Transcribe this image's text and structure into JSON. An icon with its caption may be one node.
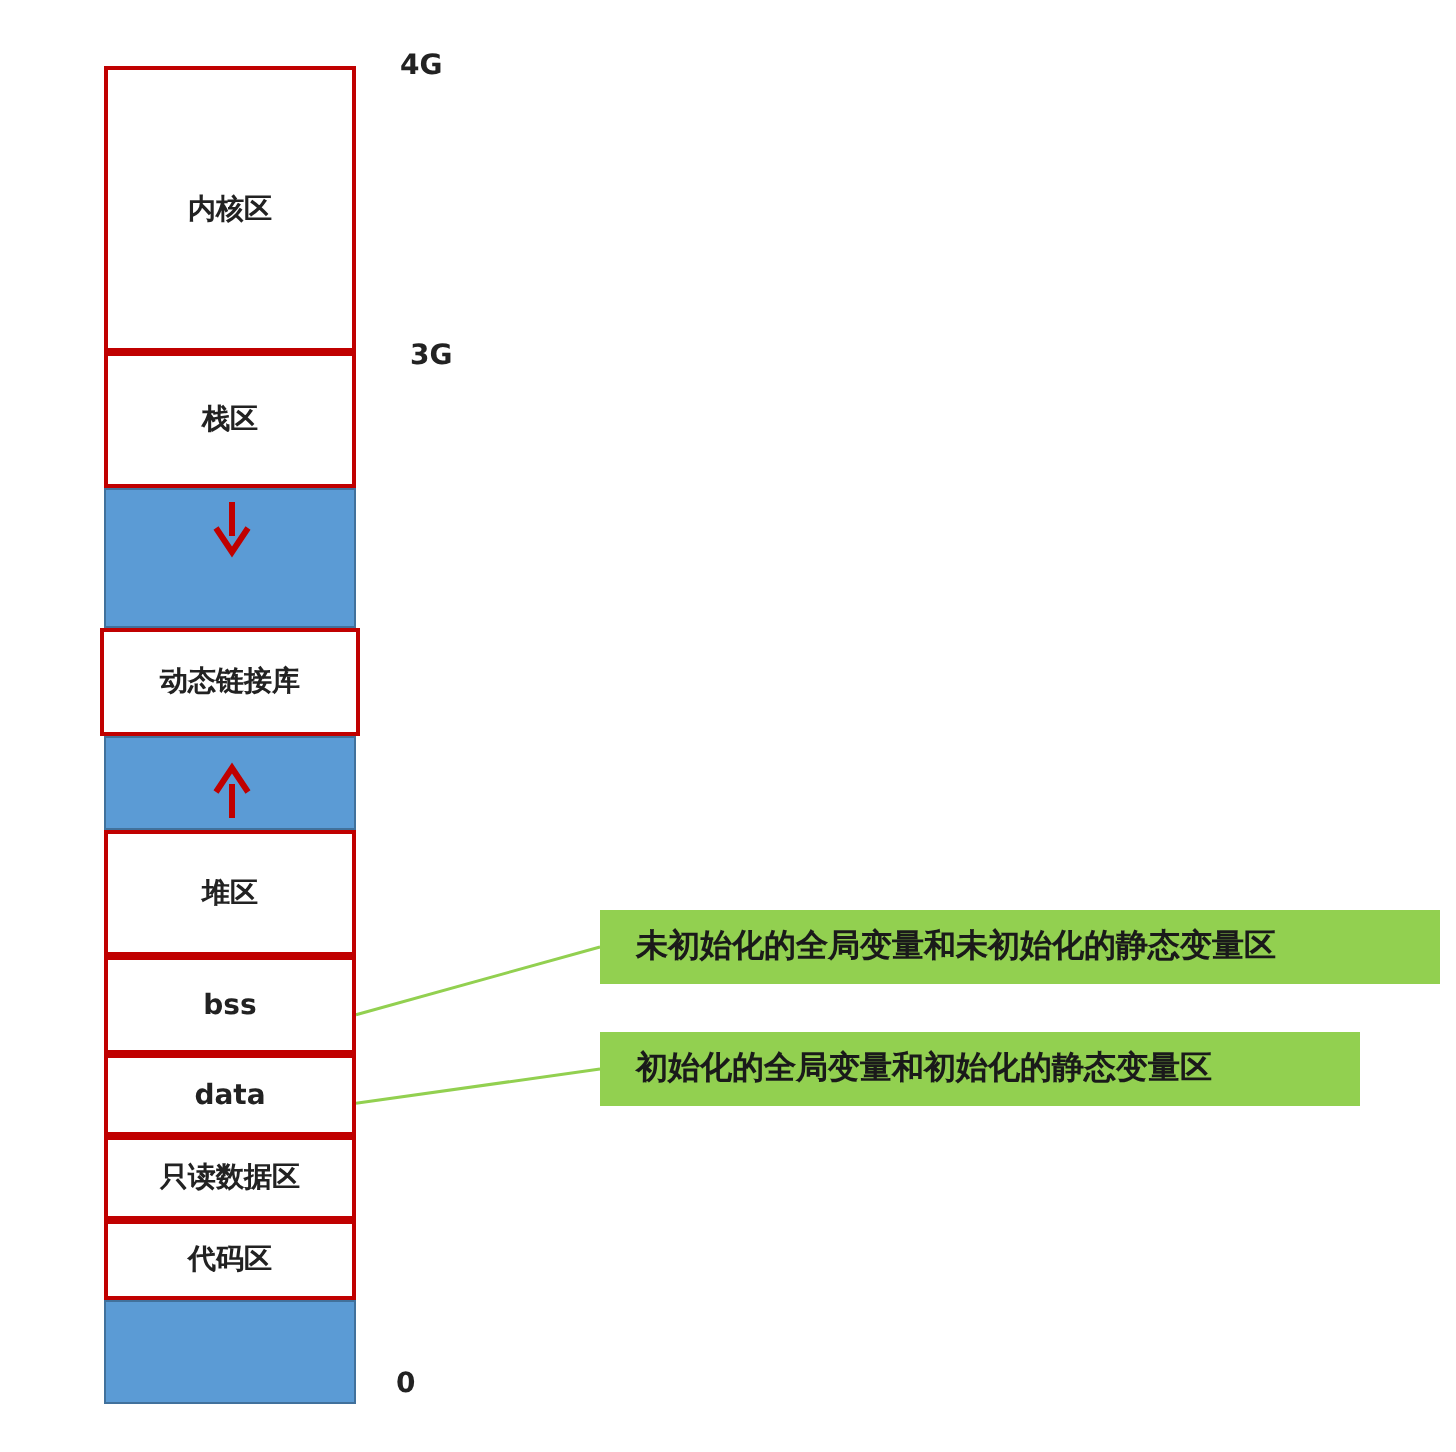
{
  "diagram": {
    "nodes": [
      {
        "text": [
          "内核区"
        ]
      },
      {
        "text": [
          "栈区"
        ]
      },
      {
        "text": [],
        "shape": "bar"
      },
      {
        "text": [
          "动态链接库"
        ]
      },
      {
        "text": [],
        "shape": "bar"
      },
      {
        "text": [
          "堆区"
        ]
      },
      {
        "text": [
          "bss"
        ]
      },
      {
        "text": [
          "data"
        ]
      },
      {
        "text": [
          "只读数据区"
        ]
      },
      {
        "text": [
          "代码区"
        ]
      },
      {
        "text": [],
        "shape": "bar"
      },
      {
        "text": [
          "未初始化的全局变量和未初始化的静态变量区"
        ]
      },
      {
        "text": [
          "初始化的全局变量和初始化的静态变量区"
        ]
      }
    ],
    "edges": [
      {
        "from": 11,
        "to": 6,
        "arrow": "none"
      },
      {
        "from": 12,
        "to": 7,
        "arrow": "none"
      }
    ],
    "labels": [
      "4G",
      "3G",
      "0"
    ]
  }
}
